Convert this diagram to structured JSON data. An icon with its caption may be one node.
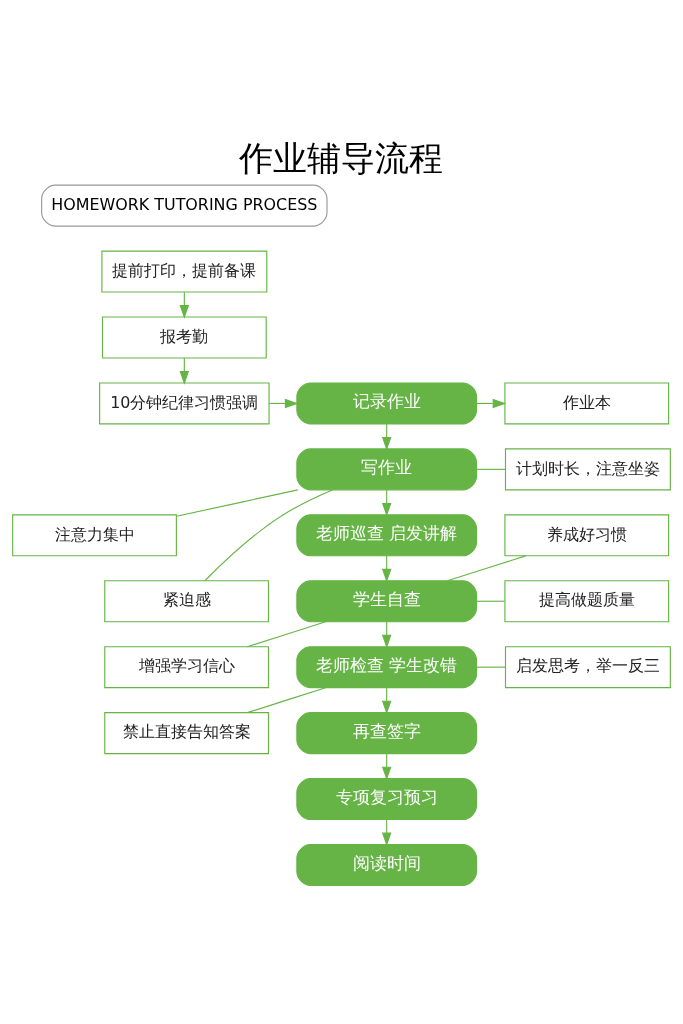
{
  "diagram": {
    "title": "作业辅导流程",
    "nodes": [
      {
        "text": [
          "提前打印，提前备课"
        ]
      },
      {
        "text": [
          "报考勤"
        ]
      },
      {
        "text": [
          "10分钟纪律习惯强调"
        ]
      },
      {
        "text": [
          "记录作业"
        ]
      },
      {
        "text": [
          "作业本"
        ]
      },
      {
        "text": [
          "写作业"
        ]
      },
      {
        "text": [
          "计划时长，注意坐姿"
        ]
      },
      {
        "text": [
          "注意力集中"
        ]
      },
      {
        "text": [
          "紧迫感"
        ]
      },
      {
        "text": [
          "老师巡查 启发讲解"
        ]
      },
      {
        "text": [
          "养成好习惯"
        ]
      },
      {
        "text": [
          "提高做题质量"
        ]
      },
      {
        "text": [
          "增强学习信心"
        ]
      },
      {
        "text": [
          "学生自查"
        ]
      },
      {
        "text": [
          "老师检查 学生改错"
        ]
      },
      {
        "text": [
          "启发思考，举一反三"
        ]
      },
      {
        "text": [
          "禁止直接告知答案"
        ]
      },
      {
        "text": [
          "再查签字"
        ]
      },
      {
        "text": [
          "专项复习预习"
        ]
      },
      {
        "text": [
          "阅读时间"
        ]
      }
    ],
    "edges": [
      {
        "from": 0,
        "to": 1,
        "arrow": "to"
      },
      {
        "from": 1,
        "to": 2,
        "arrow": "to"
      },
      {
        "from": 2,
        "to": 3,
        "arrow": "to"
      },
      {
        "from": 3,
        "to": 4,
        "arrow": "to"
      },
      {
        "from": 3,
        "to": 5,
        "arrow": "to"
      },
      {
        "from": 5,
        "to": 6,
        "arrow": "none"
      },
      {
        "from": 5,
        "to": 7,
        "arrow": "none"
      },
      {
        "from": 5,
        "to": 8,
        "arrow": "none"
      },
      {
        "from": 5,
        "to": 9,
        "arrow": "to"
      },
      {
        "from": 9,
        "to": 13,
        "arrow": "to"
      },
      {
        "from": 10,
        "to": 13,
        "arrow": "none"
      },
      {
        "from": 11,
        "to": 13,
        "arrow": "none"
      },
      {
        "from": 12,
        "to": 13,
        "arrow": "none"
      },
      {
        "from": 13,
        "to": 14,
        "arrow": "to"
      },
      {
        "from": 14,
        "to": 15,
        "arrow": "none"
      },
      {
        "from": 14,
        "to": 16,
        "arrow": "none"
      },
      {
        "from": 14,
        "to": 17,
        "arrow": "to"
      },
      {
        "from": 17,
        "to": 18,
        "arrow": "to"
      },
      {
        "from": 18,
        "to": 19,
        "arrow": "to"
      }
    ],
    "labels": [
      "HOMEWORK TUTORING PROCESS"
    ]
  }
}
